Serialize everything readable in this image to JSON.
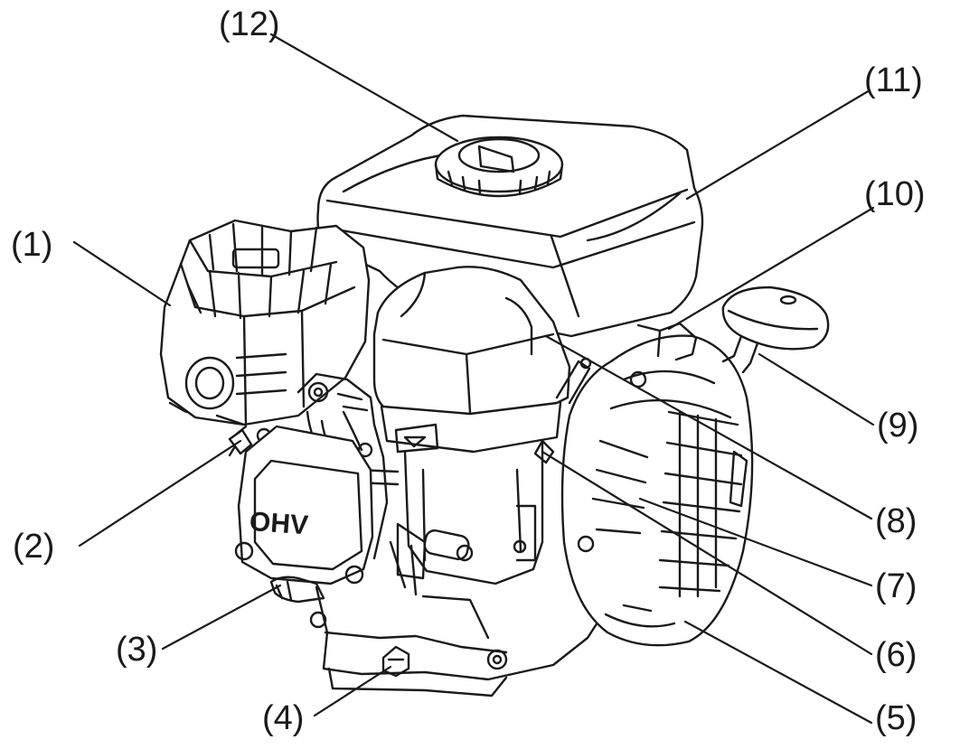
{
  "diagram": {
    "callouts": [
      {
        "id": "1",
        "label": "(1)"
      },
      {
        "id": "2",
        "label": "(2)"
      },
      {
        "id": "3",
        "label": "(3)"
      },
      {
        "id": "4",
        "label": "(4)"
      },
      {
        "id": "5",
        "label": "(5)"
      },
      {
        "id": "6",
        "label": "(6)"
      },
      {
        "id": "7",
        "label": "(7)"
      },
      {
        "id": "8",
        "label": "(8)"
      },
      {
        "id": "9",
        "label": "(9)"
      },
      {
        "id": "10",
        "label": "(10)"
      },
      {
        "id": "11",
        "label": "(11)"
      },
      {
        "id": "12",
        "label": "(12)"
      }
    ],
    "engine_marking": "OHV",
    "colors": {
      "line": "#1a1a1a",
      "background": "#ffffff",
      "shade": "#e9e9e9"
    }
  }
}
